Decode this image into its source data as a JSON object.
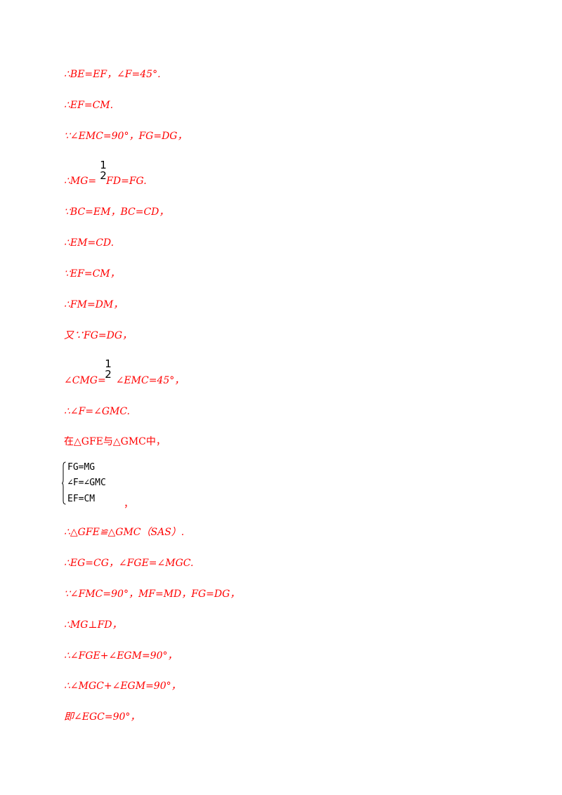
{
  "lines": [
    "∴BE=EF，∠F=45°.",
    "∴EF=CM.",
    "∵∠EMC=90°，FG=DG，",
    "∴MG=",
    "FD=FG.",
    "∵BC=EM，BC=CD，",
    "∴EM=CD.",
    "∵EF=CM，",
    "∴FM=DM，",
    "又∵FG=DG，",
    "∠CMG=",
    "∠EMC=45°，",
    "∴∠F=∠GMC.",
    "在△GFE与△GMC中，",
    "∴△GFE≌△GMC（SAS）.",
    "∴EG=CG，∠FGE=∠MGC.",
    "∵∠FMC=90°，MF=MD，FG=DG，",
    "∴MG⊥FD，",
    "∴∠FGE+∠EGM=90°，",
    "∴∠MGC+∠EGM=90°，",
    "即∠EGC=90°，"
  ],
  "fraction": {
    "numerator": "1",
    "denominator": "2"
  },
  "system": {
    "rows": [
      "FG=MG",
      "∠F=∠GMC",
      "EF=CM"
    ],
    "trailing": "，"
  }
}
